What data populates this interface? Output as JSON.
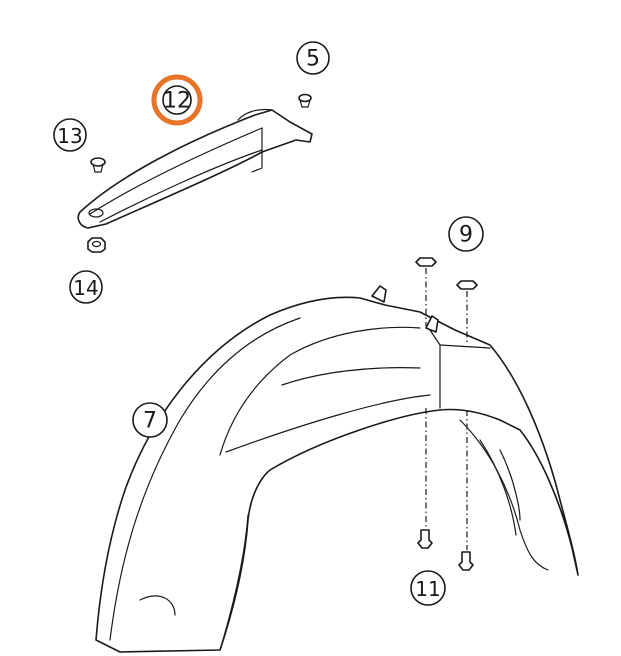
{
  "diagram": {
    "highlight_color": "#e8742a",
    "line_color": "#1a1a1a",
    "callouts": {
      "c5": "5",
      "c7": "7",
      "c9": "9",
      "c11": "11",
      "c12": "12",
      "c13": "13",
      "c14": "14"
    },
    "highlighted_callout": "12"
  }
}
